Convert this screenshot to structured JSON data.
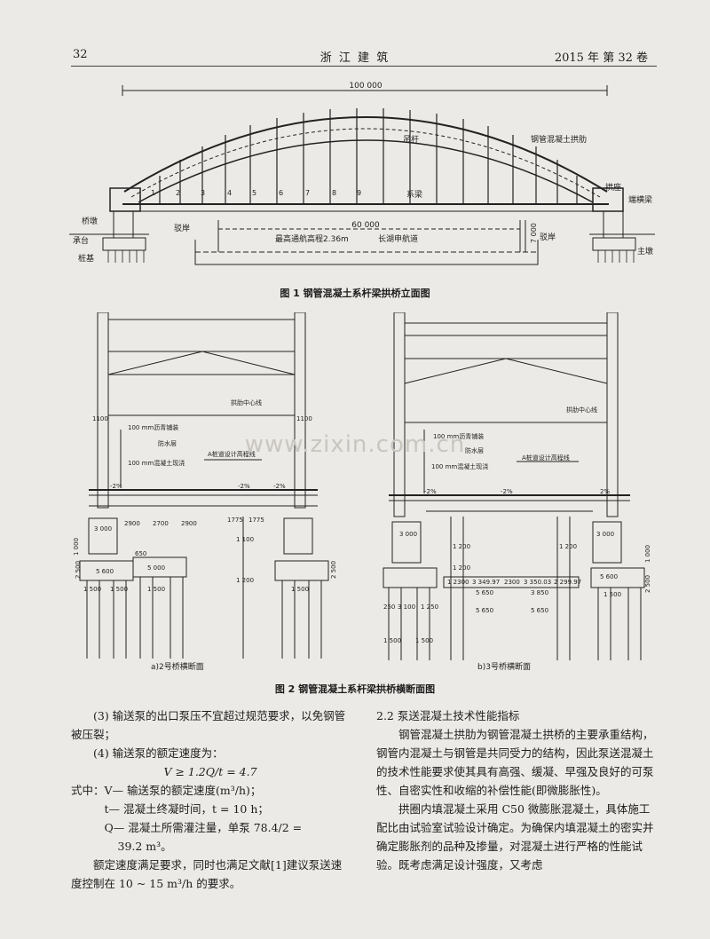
{
  "header": {
    "page_number": "32",
    "journal": "浙 江 建 筑",
    "issue": "2015 年  第 32 卷"
  },
  "figure1": {
    "caption": "图 1   钢管混凝土系杆梁拱桥立面图",
    "span_top": "100 000",
    "span_nav": "60 000",
    "height_dim": "7 000",
    "water_level": "最高通航高程2.36m",
    "channel": "长湖申航道",
    "labels": {
      "hanger": "吊杆",
      "arch_rib": "钢管混凝土拱肋",
      "tie_beam": "系梁",
      "arch_seat": "拱座",
      "end_beam": "端横梁",
      "pier": "桥墩",
      "bank_left": "驳岸",
      "bank_right": "驳岸",
      "cap": "承台",
      "pile": "桩基",
      "main_pier": "主墩"
    },
    "hanger_numbers": [
      "1",
      "2",
      "3",
      "4",
      "5",
      "6",
      "7",
      "8",
      "9"
    ]
  },
  "figure2": {
    "caption": "图 2   钢管混凝土系杆梁拱桥横断面图",
    "sub_a": "a)2号桥横断面",
    "sub_b": "b)3号桥横断面",
    "a": {
      "arch_center": "拱肋中心线",
      "asphalt": "100 mm沥青铺装",
      "waterproof": "防水层",
      "concrete": "100 mm混凝土现浇",
      "design_line": "A桩道设计高程线",
      "dim_1100_l": "1100",
      "dim_1100_r": "1100",
      "slope_l": "-2%",
      "slope_m": "-2%",
      "slope_r": "-2%",
      "dim_3000": "3 000",
      "dim_2900_l": "2900",
      "dim_2700": "2700",
      "dim_2900_r": "2900",
      "dim_1775a": "1775",
      "dim_1775b": "1775",
      "dim_5600": "5 600",
      "dim_5000": "5 000",
      "dim_650": "650",
      "dim_1500a": "1 500",
      "dim_1500b": "1 500",
      "dim_1500c": "1 500",
      "dim_1500d": "1 500",
      "dim_1100v": "1 100",
      "dim_1200v": "1 200",
      "dim_2500": "2 500",
      "dim_1000": "1 000",
      "dim_2500r": "2 500"
    },
    "b": {
      "arch_center": "拱肋中心线",
      "asphalt": "100 mm沥青铺装",
      "waterproof": "防水层",
      "concrete": "100 mm混凝土现浇",
      "design_line": "A桩道设计高程线",
      "slope_l": "-2%",
      "slope_m": "-2%",
      "slope_r": "2%",
      "dim_3000a": "3 000",
      "dim_3000b": "3 000",
      "dim_1200a": "1 200",
      "dim_1200b": "1 200",
      "dim_1200c": "1 200",
      "dim_row": [
        "1 2300",
        "3 349.97",
        "2300",
        "3 350.03",
        "2 299.97"
      ],
      "dim_5650a": "5 650",
      "dim_3850": "3 850",
      "dim_5650b": "5 650",
      "dim_5650c": "5 650",
      "dim_250": "250",
      "dim_3100": "3 100",
      "dim_1250": "1 250",
      "dim_1500a": "1 500",
      "dim_1500b": "1 500",
      "dim_5600": "5 600",
      "dim_1500c": "1 500",
      "dim_1000": "1 000",
      "dim_2500": "2 500"
    }
  },
  "left_column": {
    "item3": "(3) 输送泵的出口泵压不宜超过规范要求，以免钢管被压裂；",
    "item4": "(4) 输送泵的额定速度为：",
    "formula": "V ≥ 1.2Q/t = 4.7",
    "where_v": "式中：V— 输送泵的额定速度(m³/h)；",
    "where_t": "t— 混凝土终凝时间，t = 10 h；",
    "where_q": "Q— 混凝土所需灌注量，单泵 78.4/2 =",
    "where_q2": "39.2 m³。",
    "conclusion": "额定速度满足要求，同时也满足文献[1]建议泵送速度控制在 10 ~ 15 m³/h 的要求。"
  },
  "right_column": {
    "section": "2.2   泵送混凝土技术性能指标",
    "para1": "钢管混凝土拱肋为钢管混凝土拱桥的主要承重结构，钢管内混凝土与钢管是共同受力的结构，因此泵送混凝土的技术性能要求使其具有高强、缓凝、早强及良好的可泵性、自密实性和收缩的补偿性能(即微膨胀性)。",
    "para2": "拱圈内填混凝土采用 C50 微膨胀混凝土，具体施工配比由试验室试验设计确定。为确保内填混凝土的密实并确定膨胀剂的品种及掺量，对混凝土进行严格的性能试验。既考虑满足设计强度，又考虑"
  },
  "watermark": "www.zixin.com.cn"
}
